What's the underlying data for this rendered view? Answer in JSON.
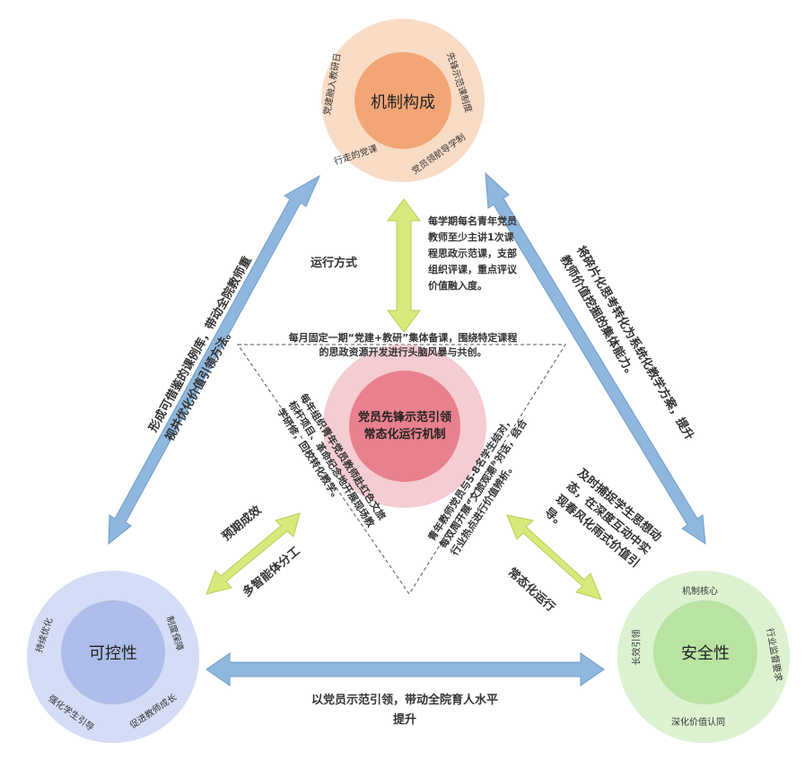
{
  "nodes": {
    "top": {
      "center": "机制构成",
      "ring": [
        "党建融入教研日",
        "先锋示范课制度",
        "行走的党课",
        "党员领航导学制"
      ]
    },
    "left": {
      "center": "可控性",
      "ring": [
        "持续优化",
        "制度保障",
        "强化学生引导",
        "促进教师成长"
      ]
    },
    "right": {
      "center": "安全性",
      "ring": [
        "机制核心",
        "长效引领",
        "行业监督要求",
        "深化价值认同"
      ]
    },
    "middle": {
      "center": "党员先锋示范引领常态化运行机制"
    }
  },
  "labels": {
    "run_mode": "运行方式",
    "run_mode_desc": "每学期每名青年党员教师至少主讲1次课程思政示范课，支部组织评课，重点评议价值融入度。",
    "monthly": "每月固定一期“党建+教研”集体备课，围绕特定课程的思政资源开发进行头脑风暴与共创。",
    "yearly": "每年组织青年党员教师赴红色文旅标杆项目、革命纪念地开展现场教学研修，回校转化教学。",
    "tutor": "青年教师党员与5-8名学生结对，每双周开展“文旅观潮”对话，结合行业热点进行价值辨析。",
    "expected": "预期成效",
    "division": "多智能体分工",
    "routine": "常态化运行",
    "capture": "及时捕捉学生思想动态，在深度互动中实现春风化雨式价值引导。",
    "left_edge": "形成可借鉴的课例库，带动全院教师重视并优化价值引领方法。",
    "right_edge": "将碎片化思考转化为系统化教学方案，提升教师价值挖掘的集体能力。",
    "bottom_edge": "以党员示范引领，带动全院育人水平提升"
  },
  "colors": {
    "top_outer": "#f9dcc6",
    "top_inner": "#f2a675",
    "left_outer": "#d5dcf5",
    "left_inner": "#aebde9",
    "right_outer": "#dcf2d0",
    "right_inner": "#b9e3a2",
    "mid_outer": "#f3c6cc",
    "mid_inner": "#e87b88",
    "blue_arrow": "#8fb6dc",
    "green_arrow": "#d8e87a"
  }
}
